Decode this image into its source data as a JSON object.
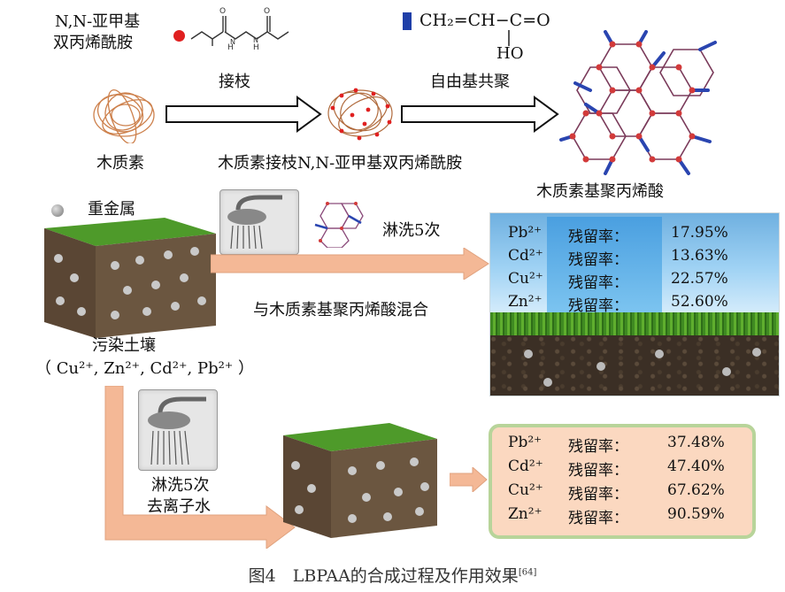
{
  "top": {
    "crosslinker_name_line1": "N,N-亚甲基",
    "crosslinker_name_line2": "双丙烯酰胺",
    "grafting_label": "接枝",
    "monomer_formula": "CH₂=CH−C=O",
    "monomer_formula_oh": "HO",
    "free_radical_label": "自由基共聚",
    "lignin_label": "木质素",
    "grafted_lignin_label": "木质素接枝N,N-亚甲基双丙烯酰胺",
    "product_label": "木质素基聚丙烯酸"
  },
  "middle": {
    "heavy_metal_label": "重金属",
    "wash_label": "淋洗5次",
    "mix_label": "与木质素基聚丙烯酸混合",
    "soil_label": "污染土壤",
    "ions_label": "（ Cu²⁺, Zn²⁺, Cd²⁺, Pb²⁺ ）"
  },
  "bottom": {
    "wash_label_line1": "淋洗5次",
    "wash_label_line2": "去离子水"
  },
  "results_polymer": [
    {
      "ion": "Pb²⁺",
      "label": "残留率：",
      "value": "17.95%"
    },
    {
      "ion": "Cd²⁺",
      "label": "残留率：",
      "value": "13.63%"
    },
    {
      "ion": "Cu²⁺",
      "label": "残留率：",
      "value": "22.57%"
    },
    {
      "ion": "Zn²⁺",
      "label": "残留率：",
      "value": "52.60%"
    }
  ],
  "results_water": [
    {
      "ion": "Pb²⁺",
      "label": "残留率：",
      "value": "37.48%"
    },
    {
      "ion": "Cd²⁺",
      "label": "残留率：",
      "value": "47.40%"
    },
    {
      "ion": "Cu²⁺",
      "label": "残留率：",
      "value": "67.62%"
    },
    {
      "ion": "Zn²⁺",
      "label": "残留率：",
      "value": "90.59%"
    }
  ],
  "caption": {
    "text": "图4　LBPAA的合成过程及作用效果",
    "ref": "[64]"
  },
  "colors": {
    "crosslinker_marker": "#e02020",
    "monomer_marker": "#1f3fa8",
    "process_arrow_fill": "#f4b896",
    "process_arrow_stroke": "#e0a27e",
    "panel2_border": "#b8d49a",
    "panel2_fill": "#fbd8c0"
  }
}
